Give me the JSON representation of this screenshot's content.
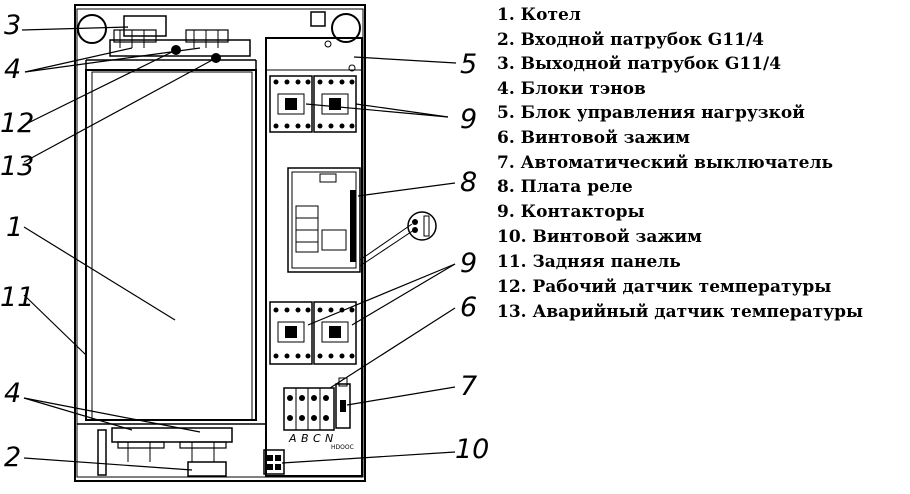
{
  "callouts": {
    "c1": "1",
    "c2": "2",
    "c3": "3",
    "c4_top": "4",
    "c4_bottom": "4",
    "c5": "5",
    "c6": "6",
    "c7": "7",
    "c8": "8",
    "c9_top": "9",
    "c9_bottom": "9",
    "c10": "10",
    "c11": "11",
    "c12": "12",
    "c13": "13"
  },
  "terminal_letters": [
    "A",
    "B",
    "C",
    "N"
  ],
  "breaker_label": "HDOOC",
  "legend": [
    "1. Котел",
    "2. Входной патрубок G11/4",
    "3. Выходной патрубок G11/4",
    "4. Блоки тэнов",
    "5. Блок управления нагрузкой",
    "6. Винтовой зажим",
    "7. Автоматический выключатель",
    "8. Плата реле",
    "9. Контакторы",
    "10. Винтовой зажим",
    "11. Задняя панель",
    "12. Рабочий датчик температуры",
    "13. Аварийный датчик температуры"
  ]
}
